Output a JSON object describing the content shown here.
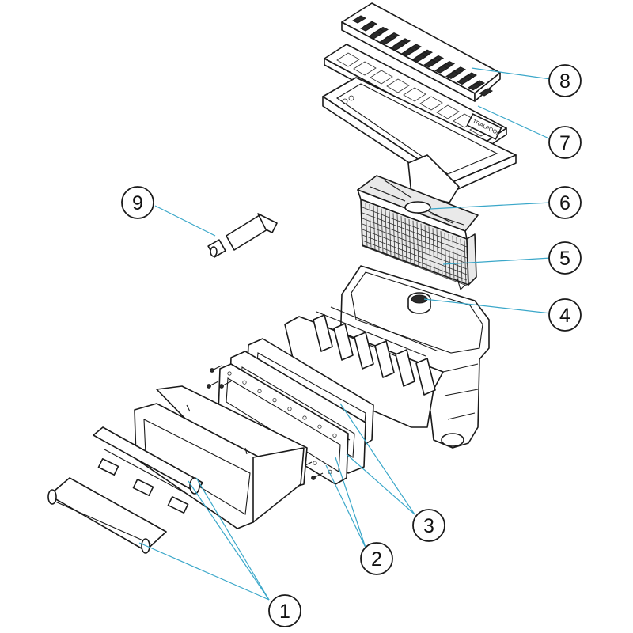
{
  "diagram": {
    "brand_mark": "TRALPOOL",
    "callouts": [
      {
        "id": "1",
        "label": "1"
      },
      {
        "id": "2",
        "label": "2"
      },
      {
        "id": "3",
        "label": "3"
      },
      {
        "id": "4",
        "label": "4"
      },
      {
        "id": "5",
        "label": "5"
      },
      {
        "id": "6",
        "label": "6"
      },
      {
        "id": "7",
        "label": "7"
      },
      {
        "id": "8",
        "label": "8"
      },
      {
        "id": "9",
        "label": "9"
      }
    ],
    "colors": {
      "leader_line": "#3aa7c9",
      "outline": "#1a1a1a",
      "background": "#ffffff"
    }
  }
}
